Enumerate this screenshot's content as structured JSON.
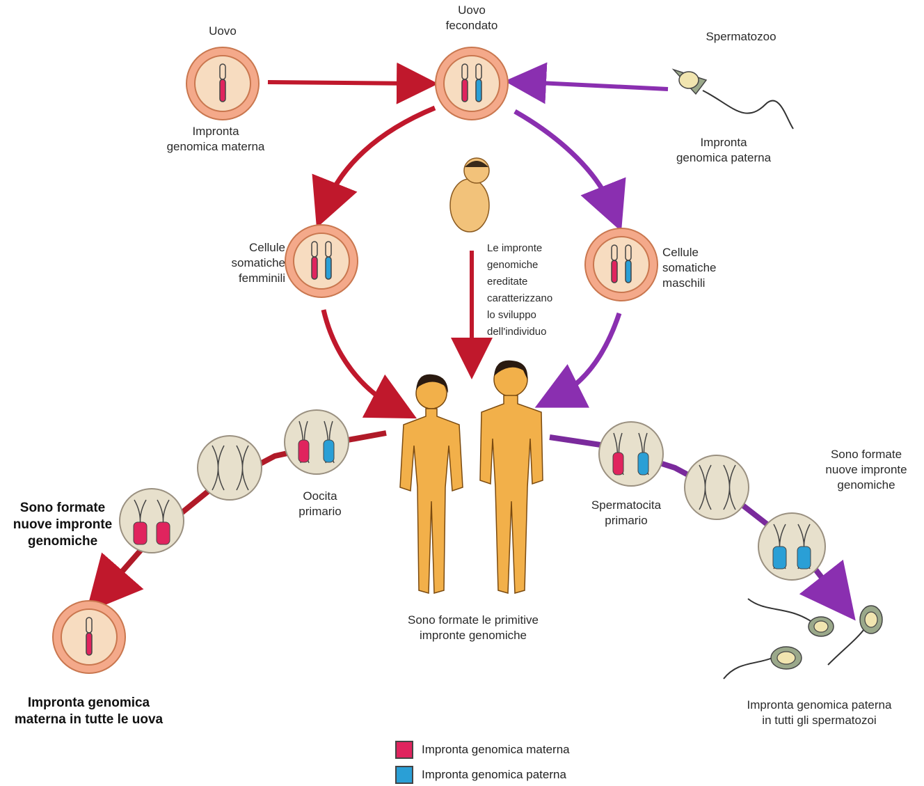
{
  "colors": {
    "maternal": "#e0245e",
    "paternal": "#2a9fd6",
    "arrow_maternal": "#c0182c",
    "arrow_paternal": "#8a2fb0",
    "cell_outer": "#f4a98a",
    "cell_inner": "#f7dcc0",
    "circle_gray": "#e7e0cc",
    "skin": "#f2b04a"
  },
  "labels": {
    "uovo": "Uovo",
    "uovo_fecondato": "Uovo\nfecondato",
    "spermatozoo": "Spermatozoo",
    "impronta_materna": "Impronta\ngenomica materna",
    "impronta_paterna": "Impronta\ngenomica paterna",
    "cellule_femminili": "Cellule\nsomatiche\nfemminili",
    "cellule_maschili": "Cellule\nsomatiche\nmaschili",
    "center_note": "Le impronte\ngenomiche\nereditate\ncaratterizzano\nlo sviluppo\ndell'individuo",
    "oocita": "Oocita\nprimario",
    "spermatocita": "Spermatocita\nprimario",
    "nuove_impronte_left": "Sono formate\nnuove impronte\ngenomiche",
    "nuove_impronte_right": "Sono formate\nnuove impronte\ngenomiche",
    "primitive": "Sono formate le primitive\nimpronte genomiche",
    "uova_finale": "Impronta genomica\nmaterna in tutte le uova",
    "sperm_finale": "Impronta genomica paterna\nin tutti gli spermatozoi"
  },
  "legend": [
    {
      "label": "Impronta genomica materna",
      "color": "#e0245e"
    },
    {
      "label": "Impronta genomica paterna",
      "color": "#2a9fd6"
    }
  ]
}
